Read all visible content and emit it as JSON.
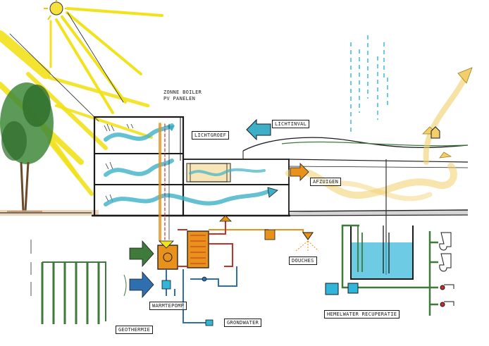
{
  "labels": {
    "solar_panels": "ZONNE BOILER PV PANELEN",
    "light_well": "LICHTGROEF",
    "daylight": "LICHTINVAL",
    "exhaust": "AFZUIGEN",
    "showers": "DOUCHES",
    "heat_pump": "WARMTEPOMP",
    "groundwater": "GRONDWATER",
    "geothermal": "GEOTHERMIE",
    "rainwater_recovery": "HEMELWATER RECUPERATIE"
  },
  "colors": {
    "sun": "#f2e21c",
    "heat": "#e8921c",
    "air": "#3db0c8",
    "water": "#2fb6d9",
    "green": "#3e7a3a",
    "pipe_red": "#c8302a",
    "pipe_blue": "#2f6fb0"
  },
  "icons": [
    "sun-icon",
    "tree-icon",
    "heat-pump-icon",
    "storage-tank-icon",
    "shower-icon",
    "toilet-icon",
    "rain-icon",
    "faucet-icon",
    "pump-icon"
  ]
}
